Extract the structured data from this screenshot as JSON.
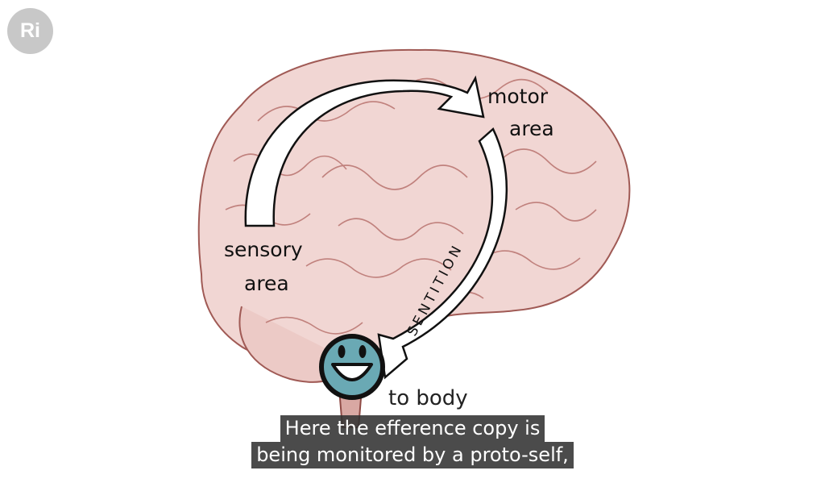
{
  "channel_logo": "Ri",
  "diagram": {
    "motor_label_line1": "motor",
    "motor_label_line2": "area",
    "sensory_label_line1": "sensory",
    "sensory_label_line2": "area",
    "arrow_label": "SENTITION",
    "body_label": "to body",
    "smiley_color": "#6aa9b4",
    "brain_color": "#f1d6d3"
  },
  "subtitles": {
    "line1": "Here the efference copy is",
    "line2": "being monitored by a proto-self,"
  }
}
